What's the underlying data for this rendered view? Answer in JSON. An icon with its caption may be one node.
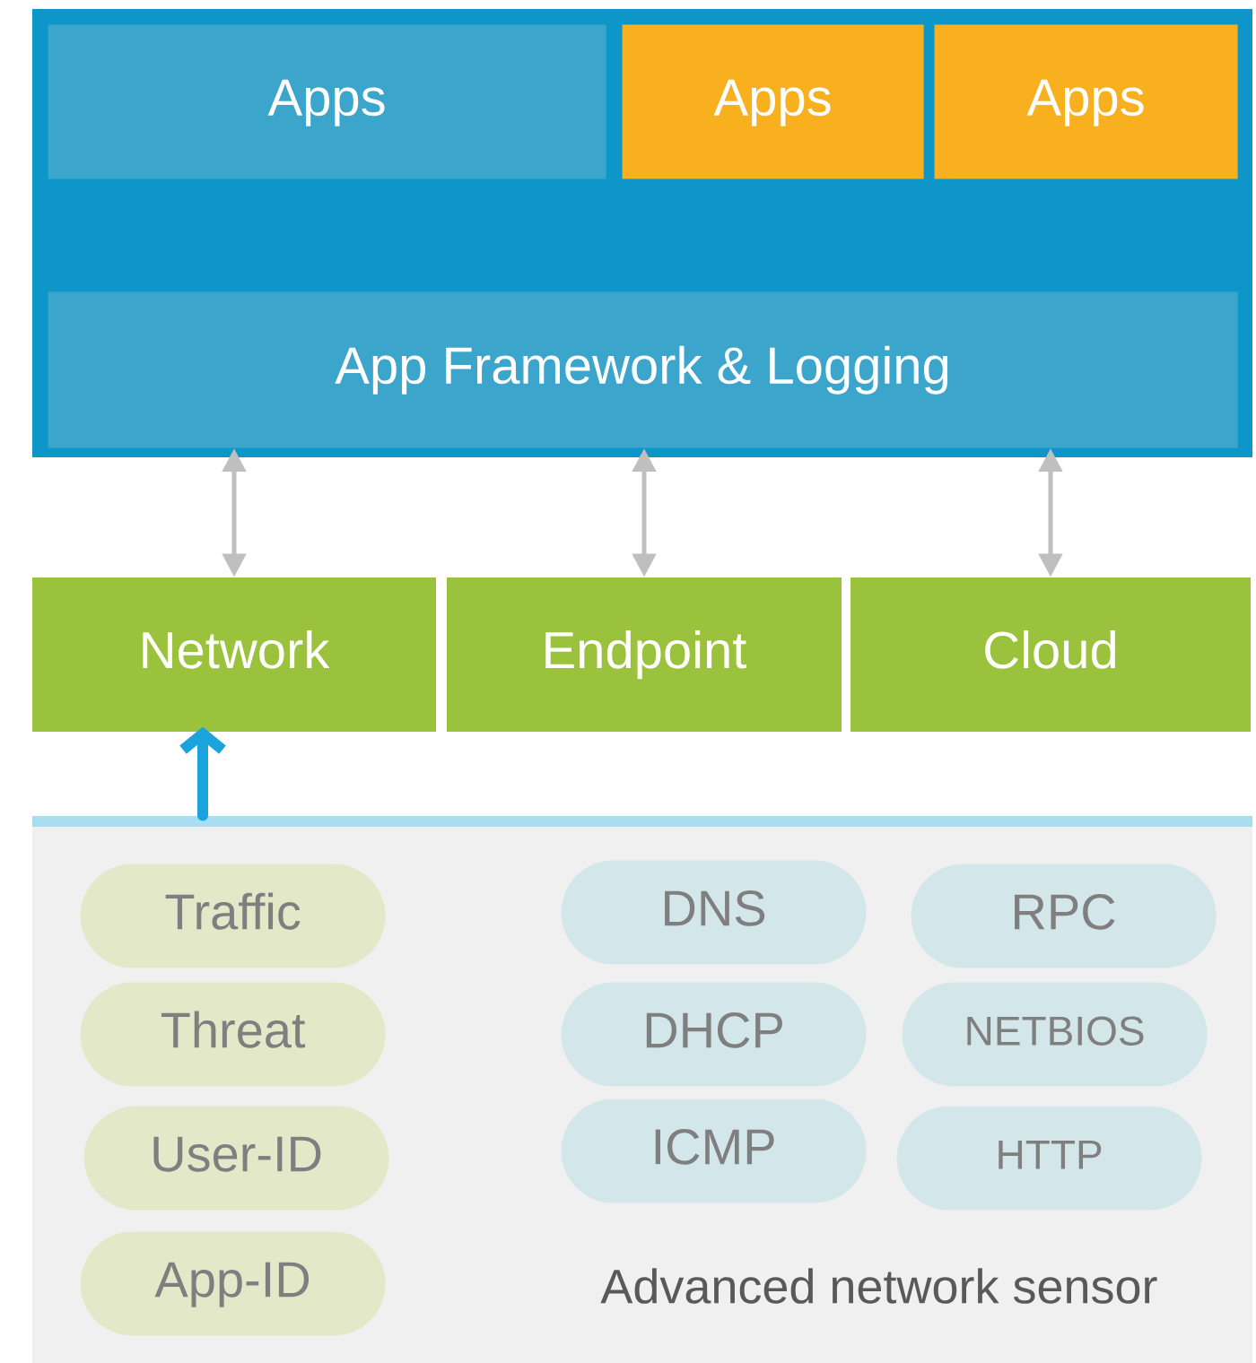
{
  "diagram": {
    "nodes": [
      {
        "text": [],
        "shape": "box"
      },
      {
        "text": [
          "Apps"
        ],
        "in": 0
      },
      {
        "text": [
          "Apps"
        ],
        "in": 0
      },
      {
        "text": [
          "Apps"
        ],
        "in": 0
      },
      {
        "text": [
          "App Framework & Logging"
        ],
        "in": 0
      },
      {
        "text": [
          "Network"
        ]
      },
      {
        "text": [
          "Endpoint"
        ]
      },
      {
        "text": [
          "Cloud"
        ]
      },
      {
        "text": [
          "Advanced network sensor"
        ]
      },
      {
        "text": [
          "Traffic"
        ],
        "in": 8
      },
      {
        "text": [
          "Threat"
        ],
        "in": 8
      },
      {
        "text": [
          "User-ID"
        ],
        "in": 8
      },
      {
        "text": [
          "App-ID"
        ],
        "in": 8
      },
      {
        "text": [
          "DNS"
        ],
        "in": 8
      },
      {
        "text": [
          "RPC"
        ],
        "in": 8
      },
      {
        "text": [
          "DHCP"
        ],
        "in": 8
      },
      {
        "text": [
          "NETBIOS"
        ],
        "in": 8
      },
      {
        "text": [
          "ICMP"
        ],
        "in": 8
      },
      {
        "text": [
          "HTTP"
        ],
        "in": 8
      }
    ],
    "edges": [
      {
        "from": 4,
        "to": 5,
        "arrow": "both"
      },
      {
        "from": 4,
        "to": 6,
        "arrow": "both"
      },
      {
        "from": 4,
        "to": 7,
        "arrow": "both"
      },
      {
        "from": 8,
        "to": 5,
        "arrow": "to",
        "style": "thick",
        "color": "#1aa3dc"
      }
    ]
  }
}
